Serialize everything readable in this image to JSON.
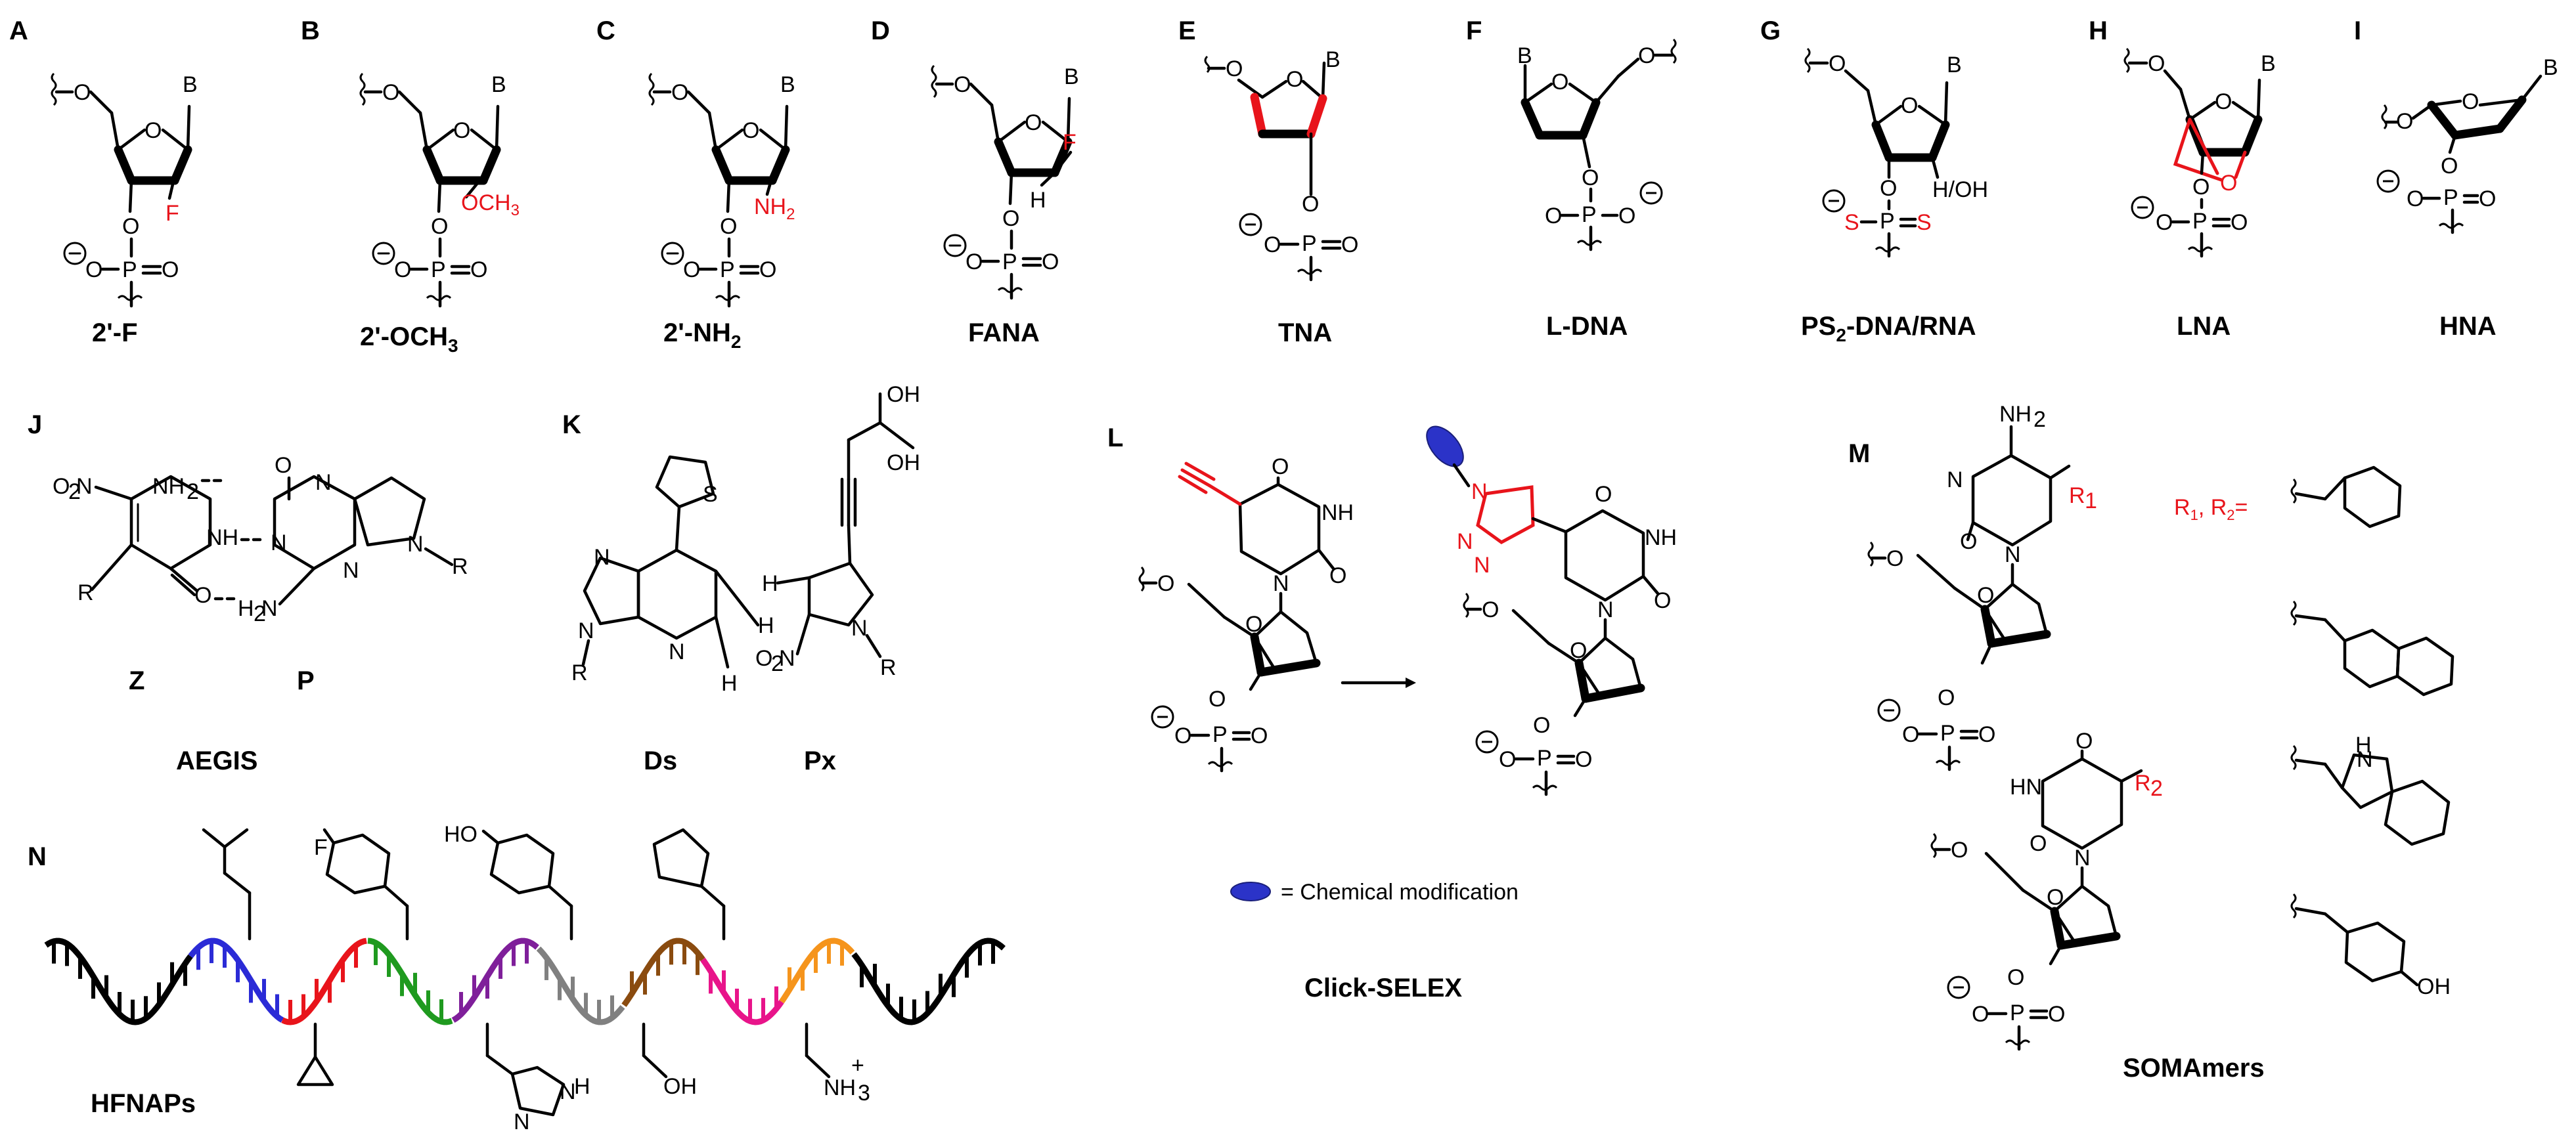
{
  "panels": {
    "A": {
      "letter": "A",
      "name": "2'-F",
      "mod": "F"
    },
    "B": {
      "letter": "B",
      "name": "2'-OCH",
      "name_sub": "3",
      "mod": "OCH",
      "mod_sub": "3"
    },
    "C": {
      "letter": "C",
      "name": "2'-NH",
      "name_sub": "2",
      "mod": "NH",
      "mod_sub": "2"
    },
    "D": {
      "letter": "D",
      "name": "FANA",
      "mod": "F"
    },
    "E": {
      "letter": "E",
      "name": "TNA"
    },
    "F": {
      "letter": "F",
      "name": "L-DNA"
    },
    "G": {
      "letter": "G",
      "name": "PS",
      "name_sub": "2",
      "name_rest": "-DNA/RNA",
      "mod": "H/OH"
    },
    "H": {
      "letter": "H",
      "name": "LNA"
    },
    "I": {
      "letter": "I",
      "name": "HNA"
    },
    "J": {
      "letter": "J",
      "name": "AEGIS",
      "base1": "Z",
      "base2": "P"
    },
    "K": {
      "letter": "K",
      "base1": "Ds",
      "base2": "Px"
    },
    "L": {
      "letter": "L",
      "name": "Click-SELEX",
      "legend": "= Chemical modification"
    },
    "M": {
      "letter": "M",
      "name": "SOMAmers",
      "r_label": "R",
      "r_label2": ", R",
      "r_tail": "="
    },
    "N": {
      "letter": "N",
      "name": "HFNAPs"
    }
  },
  "atoms": {
    "base": "B",
    "oxygen": "O",
    "phosphorus": "P",
    "sulfur": "S",
    "nitrogen": "N",
    "nh": "NH",
    "hydroxyl": "OH",
    "hydrogen": "H",
    "amine": "NH",
    "nitro": "O",
    "r": "R",
    "r1": "R",
    "r2": "R",
    "hn": "HN",
    "ho": "HO",
    "plus": "+",
    "minus": "−",
    "sub1": "1",
    "sub2": "2",
    "sub3": "3"
  },
  "colors": {
    "modification": "#e8141b",
    "black": "#000000",
    "helix_blue": "#2b2bd6",
    "helix_red": "#e8141b",
    "helix_green": "#1f9a1f",
    "helix_purple": "#7f1f9a",
    "helix_gray": "#808080",
    "helix_brown": "#8a4b0f",
    "helix_pink": "#e8148a",
    "helix_orange": "#f5941c",
    "bead": "#2b33c8"
  }
}
